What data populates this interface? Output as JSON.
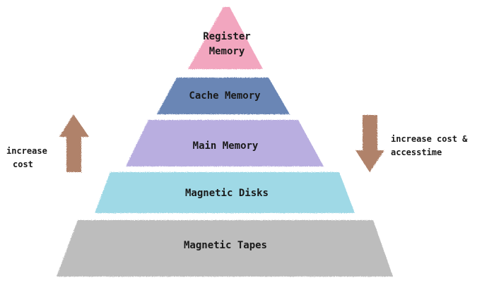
{
  "colors": {
    "register": "#f2a6bf",
    "cache": "#6b86b5",
    "main": "#b9aee0",
    "disks": "#9fd9e6",
    "tapes": "#bdbdbd",
    "arrow": "#b0826a",
    "text": "#1a1a1a"
  },
  "levels": {
    "register_line1": "Register",
    "register_line2": "Memory",
    "cache": "Cache Memory",
    "main": "Main Memory",
    "disks": "Magnetic Disks",
    "tapes": "Magnetic Tapes"
  },
  "left_note": {
    "line1": "increase",
    "line2": "cost"
  },
  "right_note": {
    "line1": "increase cost &",
    "line2": "accesstime"
  },
  "icons": {
    "left_arrow": "arrow-up-icon",
    "right_arrow": "arrow-down-icon"
  }
}
